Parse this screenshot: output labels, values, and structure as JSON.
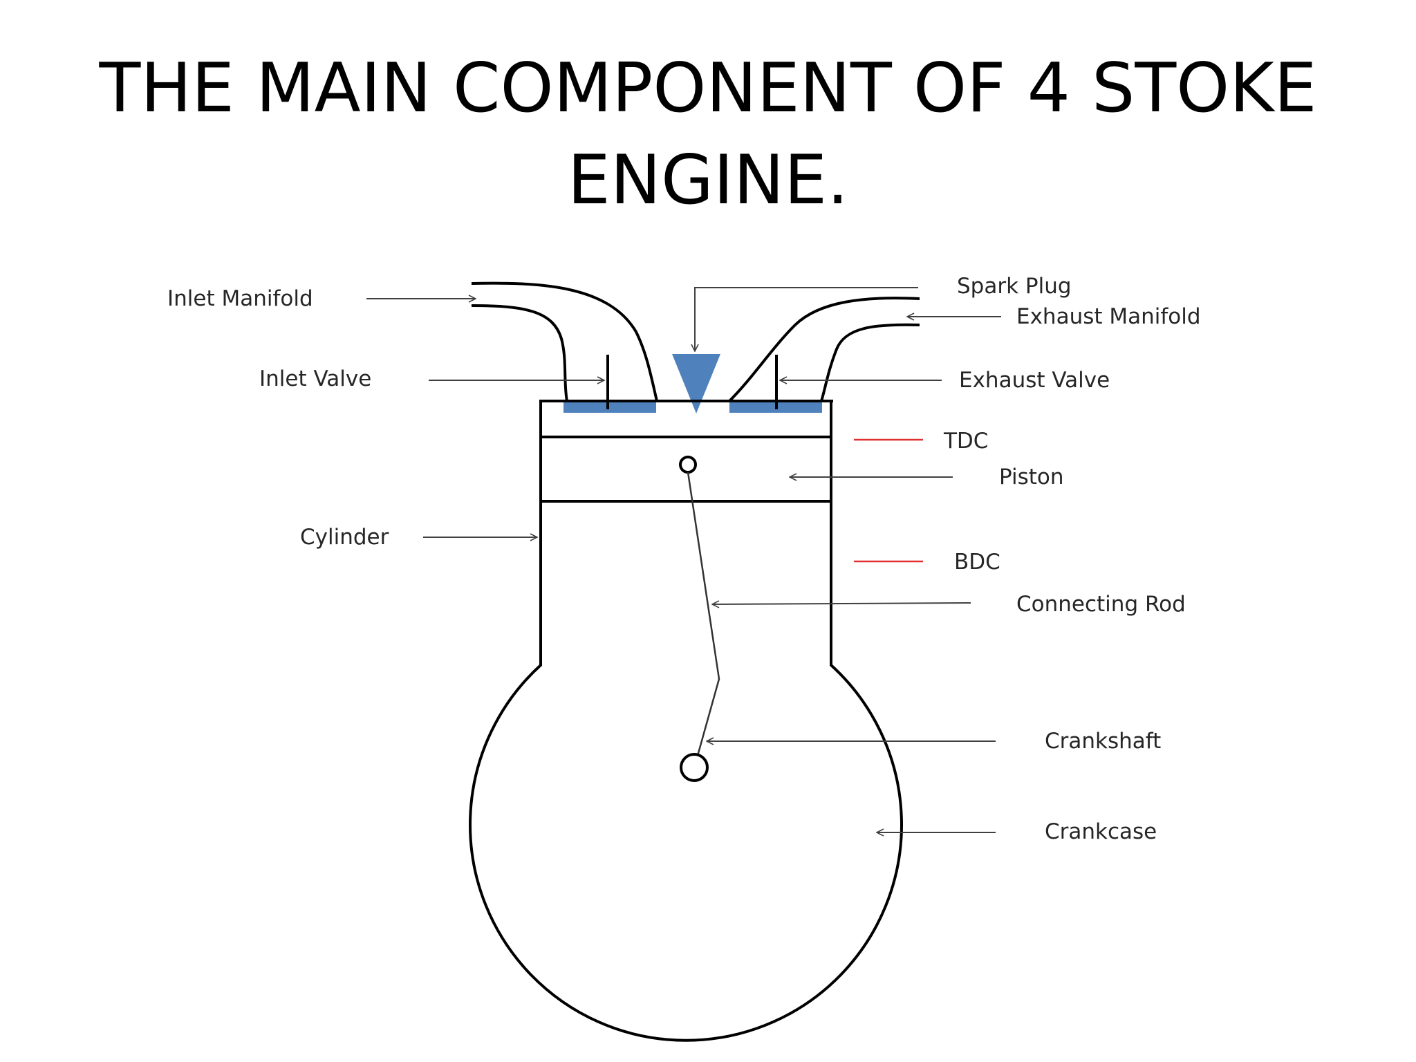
{
  "slide": {
    "title_line1": "THE MAIN COMPONENT OF 4 STOKE",
    "title_line2": "ENGINE."
  },
  "diagram": {
    "labels": {
      "inlet_manifold": "Inlet Manifold",
      "inlet_valve": "Inlet Valve",
      "cylinder": "Cylinder",
      "spark_plug": "Spark Plug",
      "exhaust_manifold": "Exhaust  Manifold",
      "exhaust_valve": "Exhaust Valve",
      "tdc": "TDC",
      "piston": "Piston",
      "bdc": "BDC",
      "connecting_rod": "Connecting Rod",
      "crankshaft": "Crankshaft",
      "crankcase": "Crankcase"
    },
    "colors": {
      "valve_fill": "#4f81bd",
      "outline": "#000000",
      "leader": "#404040",
      "dead_centre_marker": "#e03030"
    }
  }
}
